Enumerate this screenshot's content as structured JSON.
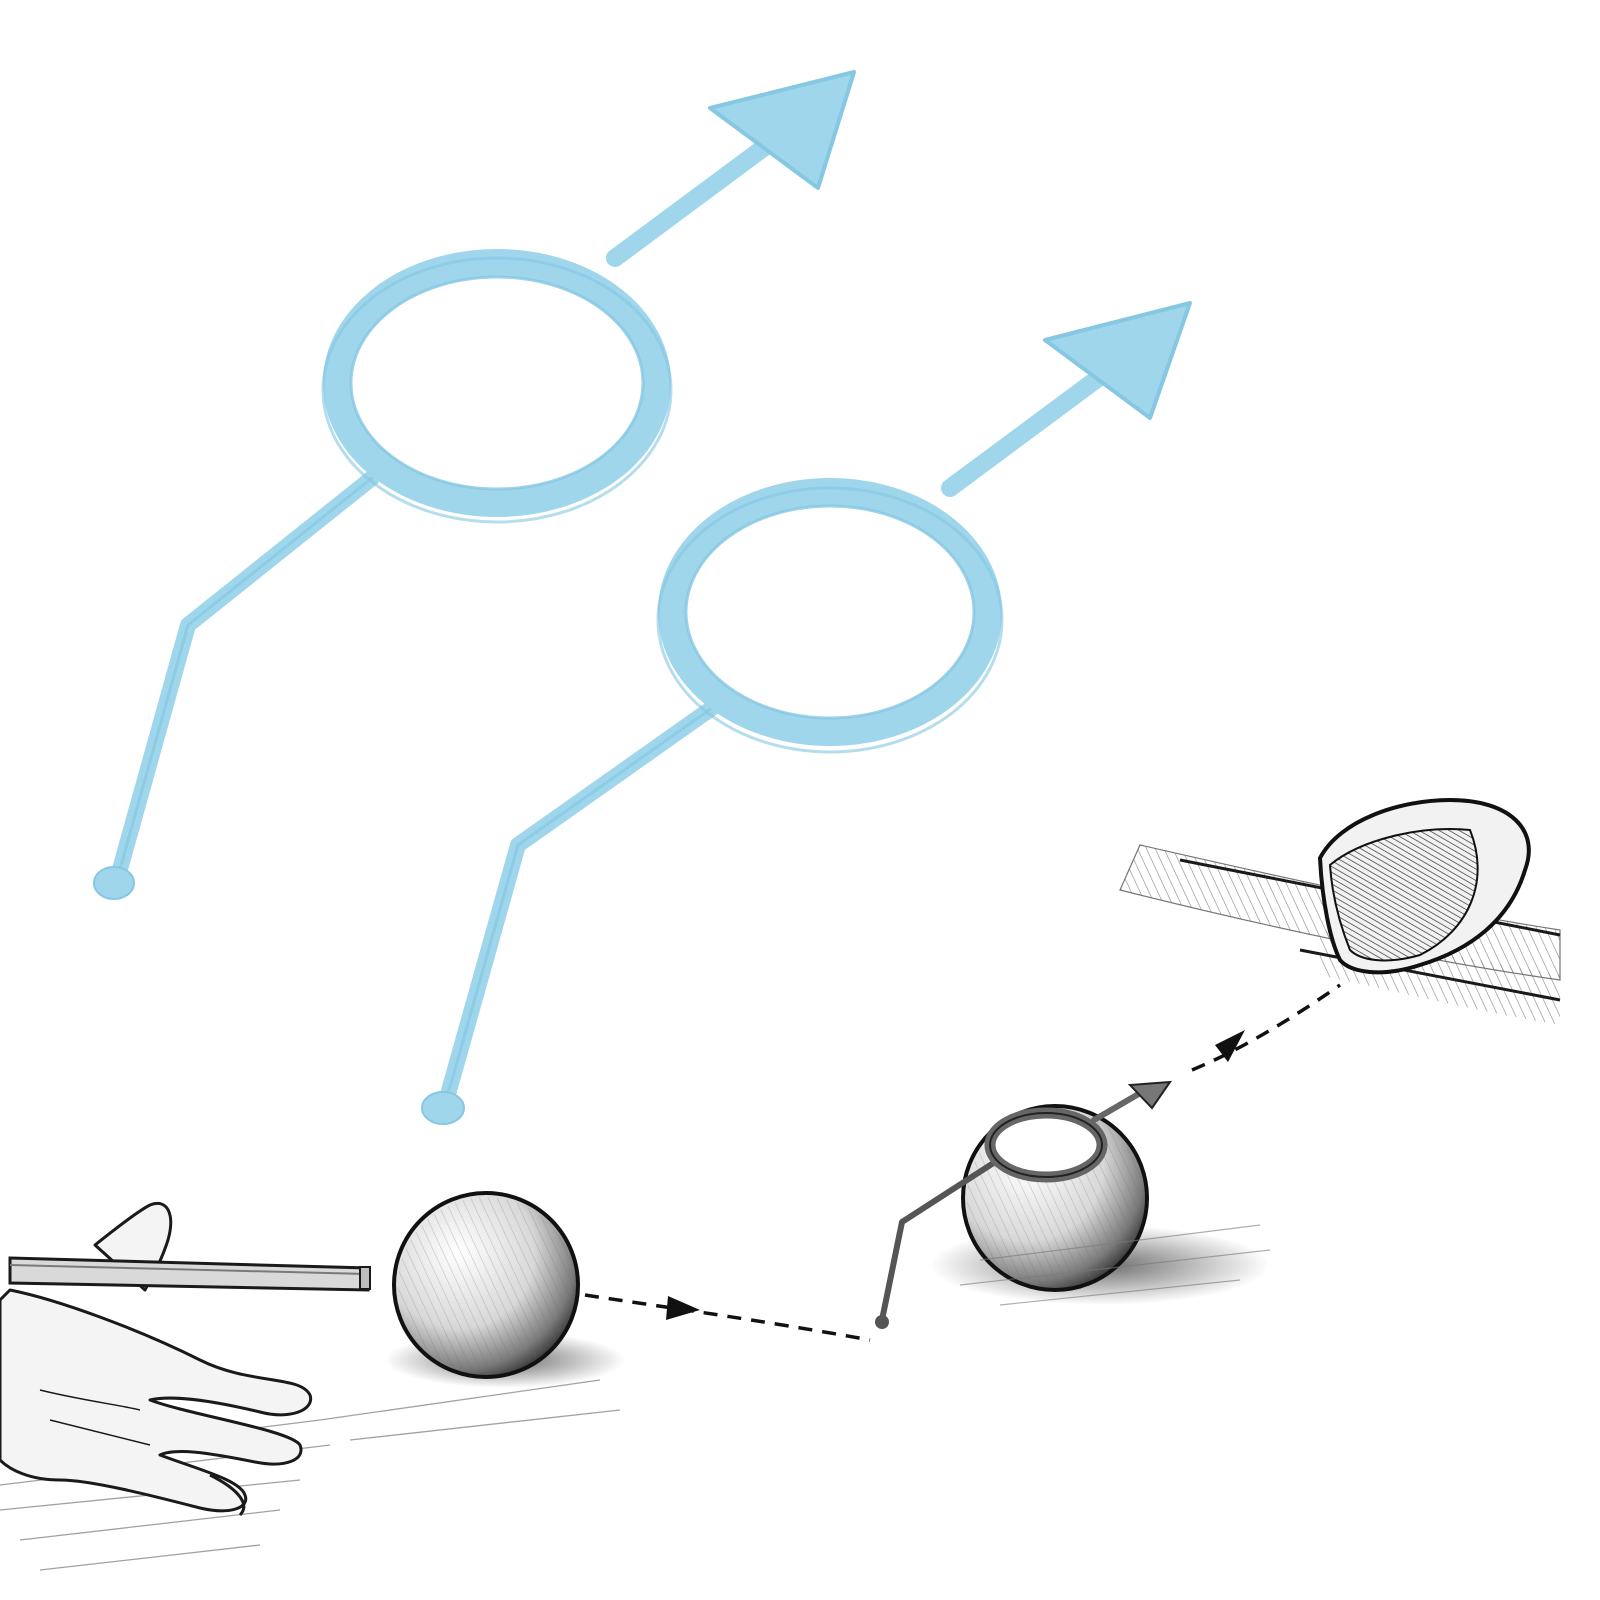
{
  "colors": {
    "background": "#ffffff",
    "plastic_fill": "#9fd6ec",
    "plastic_edge": "#7fc2de",
    "ink": "#1a1a1a",
    "shading": "#555555",
    "light_shading": "#9a9a9a"
  },
  "scene": {
    "products": [
      {
        "name": "aiming-guide-1"
      },
      {
        "name": "aiming-guide-2"
      }
    ],
    "illustration": {
      "elements": [
        "hand",
        "cue-stick",
        "cue-ball",
        "guided-ball",
        "pocket"
      ],
      "trajectory": "dashed-arrow-path"
    }
  }
}
